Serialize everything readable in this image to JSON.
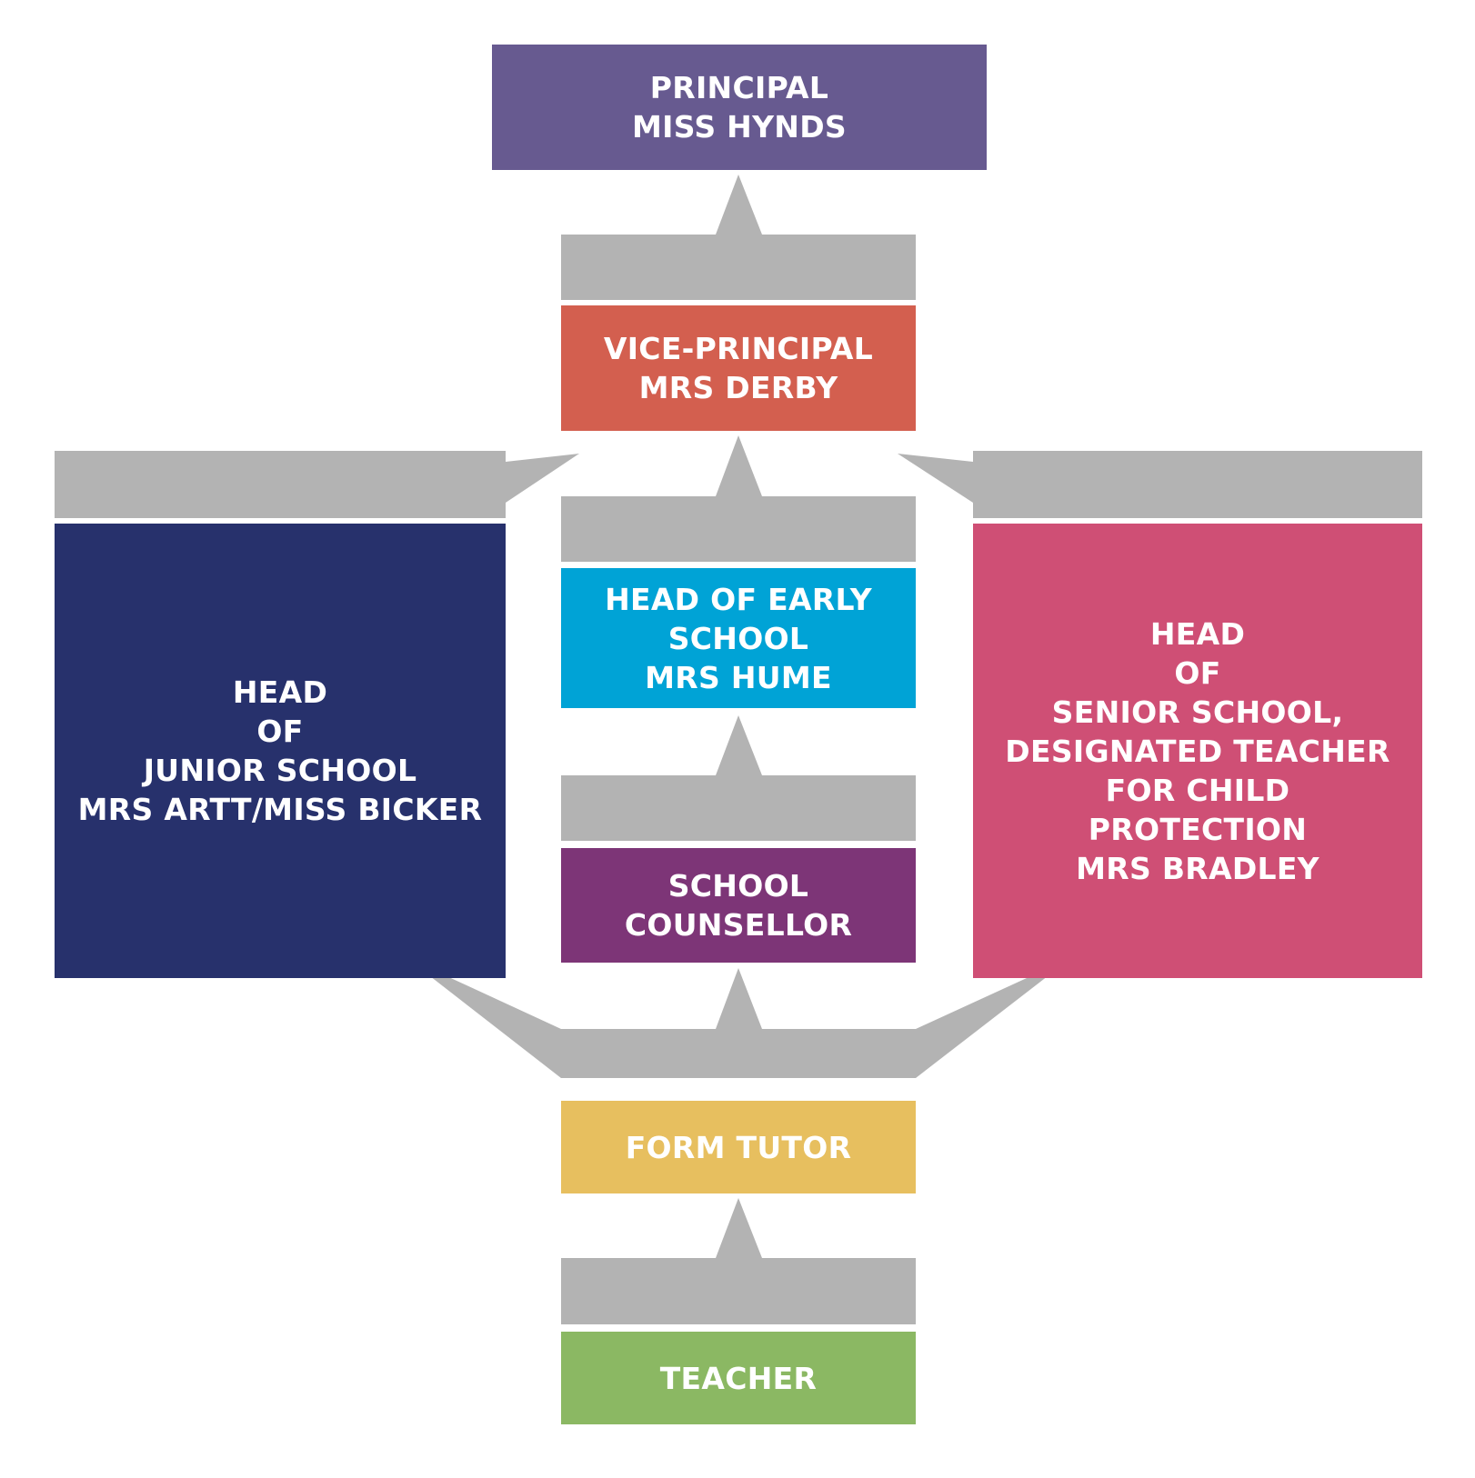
{
  "colors": {
    "connector": "#b3b3b3",
    "principal": "#675a90",
    "vice_principal": "#d35f4f",
    "junior_school": "#27316c",
    "early_school": "#00a3d6",
    "senior_school": "#cf4f75",
    "counsellor": "#7d3577",
    "form_tutor": "#e7bf5f",
    "teacher": "#8bb863"
  },
  "roles": {
    "principal": {
      "lines": [
        "PRINCIPAL",
        "MISS HYNDS"
      ]
    },
    "vice_principal": {
      "lines": [
        "VICE-PRINCIPAL",
        "MRS DERBY"
      ]
    },
    "junior_school": {
      "lines": [
        "HEAD",
        "OF",
        "JUNIOR SCHOOL",
        "MRS ARTT/MISS BICKER"
      ]
    },
    "early_school": {
      "lines": [
        "HEAD OF EARLY",
        "SCHOOL",
        "MRS HUME"
      ]
    },
    "senior_school": {
      "lines": [
        "HEAD",
        "OF",
        "SENIOR SCHOOL,",
        "DESIGNATED TEACHER",
        "FOR CHILD",
        "PROTECTION",
        "MRS BRADLEY"
      ]
    },
    "counsellor": {
      "lines": [
        "SCHOOL",
        "COUNSELLOR"
      ]
    },
    "form_tutor": {
      "lines": [
        "FORM TUTOR"
      ]
    },
    "teacher": {
      "lines": [
        "TEACHER"
      ]
    }
  }
}
